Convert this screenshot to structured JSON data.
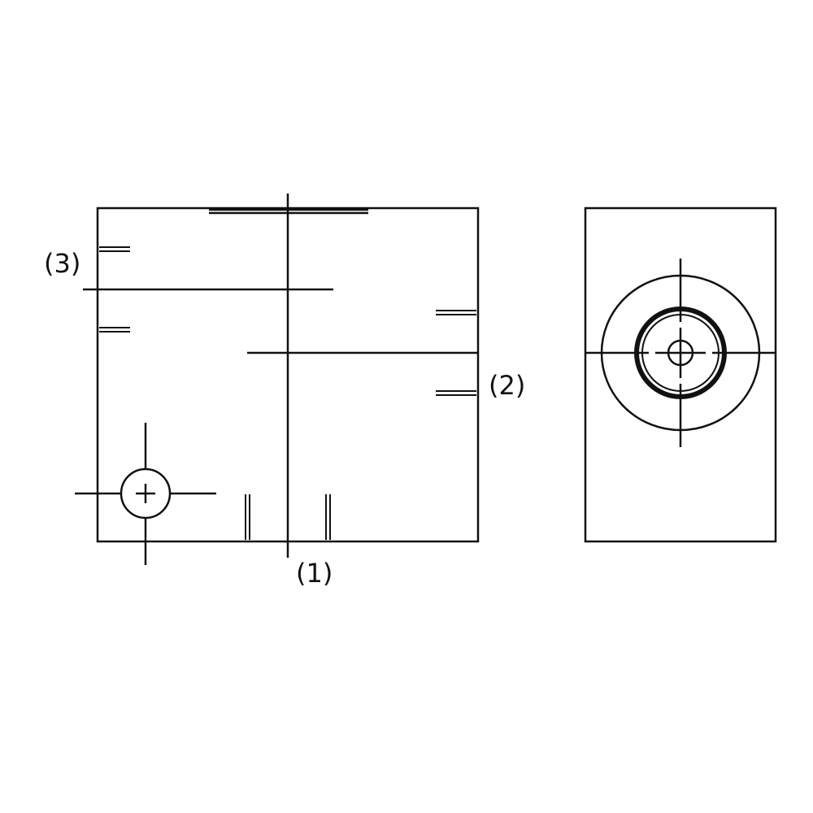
{
  "diagram": {
    "labels": {
      "port_1": "(1)",
      "port_2": "(2)",
      "port_3": "(3)"
    },
    "stroke_color": "#111111",
    "background_color": "#ffffff"
  }
}
